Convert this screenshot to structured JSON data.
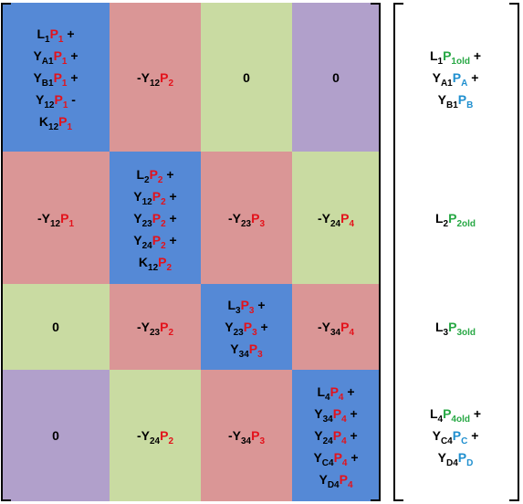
{
  "colors": {
    "blue": "#5589d6",
    "pink": "#da9696",
    "green": "#c9dba2",
    "purple": "#b1a0cb",
    "red_text": "#e3121b",
    "green_text": "#27a844",
    "blue_text": "#1f8fcf"
  },
  "matrix": [
    [
      {
        "fill": "blue",
        "lines": [
          [
            {
              "t": "L",
              "c": "blk"
            },
            {
              "t": "1",
              "c": "blk",
              "sub": true
            },
            {
              "t": "P",
              "c": "red"
            },
            {
              "t": "1",
              "c": "red",
              "sub": true
            },
            {
              "t": " +",
              "c": "blk"
            }
          ],
          [
            {
              "t": "Y",
              "c": "blk"
            },
            {
              "t": "A1",
              "c": "blk",
              "sub": true
            },
            {
              "t": "P",
              "c": "red"
            },
            {
              "t": "1",
              "c": "red",
              "sub": true
            },
            {
              "t": " +",
              "c": "blk"
            }
          ],
          [
            {
              "t": "Y",
              "c": "blk"
            },
            {
              "t": "B1",
              "c": "blk",
              "sub": true
            },
            {
              "t": "P",
              "c": "red"
            },
            {
              "t": "1",
              "c": "red",
              "sub": true
            },
            {
              "t": " +",
              "c": "blk"
            }
          ],
          [
            {
              "t": "Y",
              "c": "blk"
            },
            {
              "t": "12",
              "c": "blk",
              "sub": true
            },
            {
              "t": "P",
              "c": "red"
            },
            {
              "t": "1",
              "c": "red",
              "sub": true
            },
            {
              "t": " -",
              "c": "blk"
            }
          ],
          [
            {
              "t": "K",
              "c": "blk"
            },
            {
              "t": "12",
              "c": "blk",
              "sub": true
            },
            {
              "t": "P",
              "c": "red"
            },
            {
              "t": "1",
              "c": "red",
              "sub": true
            }
          ]
        ]
      },
      {
        "fill": "pink",
        "lines": [
          [
            {
              "t": "-Y",
              "c": "blk"
            },
            {
              "t": "12",
              "c": "blk",
              "sub": true
            },
            {
              "t": "P",
              "c": "red"
            },
            {
              "t": "2",
              "c": "red",
              "sub": true
            }
          ]
        ]
      },
      {
        "fill": "green",
        "lines": [
          [
            {
              "t": "0",
              "c": "blk"
            }
          ]
        ]
      },
      {
        "fill": "purple",
        "lines": [
          [
            {
              "t": "0",
              "c": "blk"
            }
          ]
        ]
      }
    ],
    [
      {
        "fill": "pink",
        "lines": [
          [
            {
              "t": "-Y",
              "c": "blk"
            },
            {
              "t": "12",
              "c": "blk",
              "sub": true
            },
            {
              "t": "P",
              "c": "red"
            },
            {
              "t": "1",
              "c": "red",
              "sub": true
            }
          ]
        ]
      },
      {
        "fill": "blue",
        "lines": [
          [
            {
              "t": "L",
              "c": "blk"
            },
            {
              "t": "2",
              "c": "blk",
              "sub": true
            },
            {
              "t": "P",
              "c": "red"
            },
            {
              "t": "2",
              "c": "red",
              "sub": true
            },
            {
              "t": " +",
              "c": "blk"
            }
          ],
          [
            {
              "t": "Y",
              "c": "blk"
            },
            {
              "t": "12",
              "c": "blk",
              "sub": true
            },
            {
              "t": "P",
              "c": "red"
            },
            {
              "t": "2",
              "c": "red",
              "sub": true
            },
            {
              "t": " +",
              "c": "blk"
            }
          ],
          [
            {
              "t": "Y",
              "c": "blk"
            },
            {
              "t": "23",
              "c": "blk",
              "sub": true
            },
            {
              "t": "P",
              "c": "red"
            },
            {
              "t": "2",
              "c": "red",
              "sub": true
            },
            {
              "t": " +",
              "c": "blk"
            }
          ],
          [
            {
              "t": "Y",
              "c": "blk"
            },
            {
              "t": "24",
              "c": "blk",
              "sub": true
            },
            {
              "t": "P",
              "c": "red"
            },
            {
              "t": "2",
              "c": "red",
              "sub": true
            },
            {
              "t": " +",
              "c": "blk"
            }
          ],
          [
            {
              "t": "K",
              "c": "blk"
            },
            {
              "t": "12",
              "c": "blk",
              "sub": true
            },
            {
              "t": "P",
              "c": "red"
            },
            {
              "t": "2",
              "c": "red",
              "sub": true
            }
          ]
        ]
      },
      {
        "fill": "pink",
        "lines": [
          [
            {
              "t": "-Y",
              "c": "blk"
            },
            {
              "t": "23",
              "c": "blk",
              "sub": true
            },
            {
              "t": "P",
              "c": "red"
            },
            {
              "t": "3",
              "c": "red",
              "sub": true
            }
          ]
        ]
      },
      {
        "fill": "green",
        "lines": [
          [
            {
              "t": "-Y",
              "c": "blk"
            },
            {
              "t": "24",
              "c": "blk",
              "sub": true
            },
            {
              "t": "P",
              "c": "red"
            },
            {
              "t": "4",
              "c": "red",
              "sub": true
            }
          ]
        ]
      }
    ],
    [
      {
        "fill": "green",
        "lines": [
          [
            {
              "t": "0",
              "c": "blk"
            }
          ]
        ]
      },
      {
        "fill": "pink",
        "lines": [
          [
            {
              "t": "-Y",
              "c": "blk"
            },
            {
              "t": "23",
              "c": "blk",
              "sub": true
            },
            {
              "t": "P",
              "c": "red"
            },
            {
              "t": "2",
              "c": "red",
              "sub": true
            }
          ]
        ]
      },
      {
        "fill": "blue",
        "lines": [
          [
            {
              "t": "L",
              "c": "blk"
            },
            {
              "t": "3",
              "c": "blk",
              "sub": true
            },
            {
              "t": "P",
              "c": "red"
            },
            {
              "t": "3",
              "c": "red",
              "sub": true
            },
            {
              "t": " +",
              "c": "blk"
            }
          ],
          [
            {
              "t": "Y",
              "c": "blk"
            },
            {
              "t": "23",
              "c": "blk",
              "sub": true
            },
            {
              "t": "P",
              "c": "red"
            },
            {
              "t": "3",
              "c": "red",
              "sub": true
            },
            {
              "t": " +",
              "c": "blk"
            }
          ],
          [
            {
              "t": "Y",
              "c": "blk"
            },
            {
              "t": "34",
              "c": "blk",
              "sub": true
            },
            {
              "t": "P",
              "c": "red"
            },
            {
              "t": "3",
              "c": "red",
              "sub": true
            }
          ]
        ]
      },
      {
        "fill": "pink",
        "lines": [
          [
            {
              "t": "-Y",
              "c": "blk"
            },
            {
              "t": "34",
              "c": "blk",
              "sub": true
            },
            {
              "t": "P",
              "c": "red"
            },
            {
              "t": "4",
              "c": "red",
              "sub": true
            }
          ]
        ]
      }
    ],
    [
      {
        "fill": "purple",
        "lines": [
          [
            {
              "t": "0",
              "c": "blk"
            }
          ]
        ]
      },
      {
        "fill": "green",
        "lines": [
          [
            {
              "t": "-Y",
              "c": "blk"
            },
            {
              "t": "24",
              "c": "blk",
              "sub": true
            },
            {
              "t": "P",
              "c": "red"
            },
            {
              "t": "2",
              "c": "red",
              "sub": true
            }
          ]
        ]
      },
      {
        "fill": "pink",
        "lines": [
          [
            {
              "t": "-Y",
              "c": "blk"
            },
            {
              "t": "34",
              "c": "blk",
              "sub": true
            },
            {
              "t": "P",
              "c": "red"
            },
            {
              "t": "3",
              "c": "red",
              "sub": true
            }
          ]
        ]
      },
      {
        "fill": "blue",
        "lines": [
          [
            {
              "t": "L",
              "c": "blk"
            },
            {
              "t": "4",
              "c": "blk",
              "sub": true
            },
            {
              "t": "P",
              "c": "red"
            },
            {
              "t": "4",
              "c": "red",
              "sub": true
            },
            {
              "t": " +",
              "c": "blk"
            }
          ],
          [
            {
              "t": "Y",
              "c": "blk"
            },
            {
              "t": "34",
              "c": "blk",
              "sub": true
            },
            {
              "t": "P",
              "c": "red"
            },
            {
              "t": "4",
              "c": "red",
              "sub": true
            },
            {
              "t": " +",
              "c": "blk"
            }
          ],
          [
            {
              "t": "Y",
              "c": "blk"
            },
            {
              "t": "24",
              "c": "blk",
              "sub": true
            },
            {
              "t": "P",
              "c": "red"
            },
            {
              "t": "4",
              "c": "red",
              "sub": true
            },
            {
              "t": " +",
              "c": "blk"
            }
          ],
          [
            {
              "t": "Y",
              "c": "blk"
            },
            {
              "t": "C4",
              "c": "blk",
              "sub": true
            },
            {
              "t": "P",
              "c": "red"
            },
            {
              "t": "4",
              "c": "red",
              "sub": true
            },
            {
              "t": " +",
              "c": "blk"
            }
          ],
          [
            {
              "t": "Y",
              "c": "blk"
            },
            {
              "t": "D4",
              "c": "blk",
              "sub": true
            },
            {
              "t": "P",
              "c": "red"
            },
            {
              "t": "4",
              "c": "red",
              "sub": true
            }
          ]
        ]
      }
    ]
  ],
  "vector": [
    {
      "lines": [
        [
          {
            "t": "L",
            "c": "blk"
          },
          {
            "t": "1",
            "c": "blk",
            "sub": true
          },
          {
            "t": "P",
            "c": "green"
          },
          {
            "t": "1old",
            "c": "green",
            "sub": true
          },
          {
            "t": " +",
            "c": "blk"
          }
        ],
        [
          {
            "t": "Y",
            "c": "blk"
          },
          {
            "t": "A1",
            "c": "blk",
            "sub": true
          },
          {
            "t": "P",
            "c": "blue"
          },
          {
            "t": "A",
            "c": "blue",
            "sub": true
          },
          {
            "t": " +",
            "c": "blk"
          }
        ],
        [
          {
            "t": "Y",
            "c": "blk"
          },
          {
            "t": "B1",
            "c": "blk",
            "sub": true
          },
          {
            "t": "P",
            "c": "blue"
          },
          {
            "t": "B",
            "c": "blue",
            "sub": true
          }
        ]
      ]
    },
    {
      "lines": [
        [
          {
            "t": "L",
            "c": "blk"
          },
          {
            "t": "2",
            "c": "blk",
            "sub": true
          },
          {
            "t": "P",
            "c": "green"
          },
          {
            "t": "2old",
            "c": "green",
            "sub": true
          }
        ]
      ]
    },
    {
      "lines": [
        [
          {
            "t": "L",
            "c": "blk"
          },
          {
            "t": "3",
            "c": "blk",
            "sub": true
          },
          {
            "t": "P",
            "c": "green"
          },
          {
            "t": "3old",
            "c": "green",
            "sub": true
          }
        ]
      ]
    },
    {
      "lines": [
        [
          {
            "t": "L",
            "c": "blk"
          },
          {
            "t": "4",
            "c": "blk",
            "sub": true
          },
          {
            "t": "P",
            "c": "green"
          },
          {
            "t": "4old",
            "c": "green",
            "sub": true
          },
          {
            "t": " +",
            "c": "blk"
          }
        ],
        [
          {
            "t": "Y",
            "c": "blk"
          },
          {
            "t": "C4",
            "c": "blk",
            "sub": true
          },
          {
            "t": "P",
            "c": "blue"
          },
          {
            "t": "C",
            "c": "blue",
            "sub": true
          },
          {
            "t": " +",
            "c": "blk"
          }
        ],
        [
          {
            "t": "Y",
            "c": "blk"
          },
          {
            "t": "D4",
            "c": "blk",
            "sub": true
          },
          {
            "t": "P",
            "c": "blue"
          },
          {
            "t": "D",
            "c": "blue",
            "sub": true
          }
        ]
      ]
    }
  ]
}
